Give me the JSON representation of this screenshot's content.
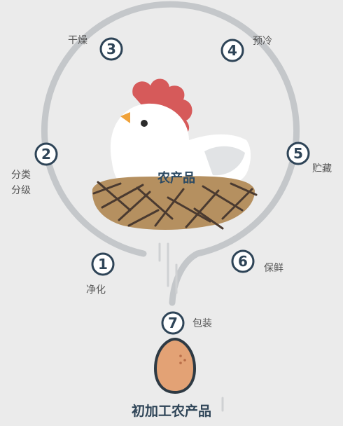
{
  "center": {
    "label": "农产品"
  },
  "steps": [
    {
      "num": "1",
      "label": "净化"
    },
    {
      "num": "2",
      "label_line1": "分类",
      "label_line2": "分级"
    },
    {
      "num": "3",
      "label": "干燥"
    },
    {
      "num": "4",
      "label": "预冷"
    },
    {
      "num": "5",
      "label": "贮藏"
    },
    {
      "num": "6",
      "label": "保鲜"
    },
    {
      "num": "7",
      "label": "包装"
    }
  ],
  "result": {
    "label": "初加工农产品"
  },
  "colors": {
    "background": "#ebebeb",
    "track": "#c4c7ca",
    "circle_stroke": "#2e4457",
    "nest": "#b59060",
    "nest_sticks": "#4a3a30",
    "hen_body": "#ffffff",
    "comb": "#d65a5a",
    "beak": "#f0a23a",
    "egg": "#e3a275"
  }
}
